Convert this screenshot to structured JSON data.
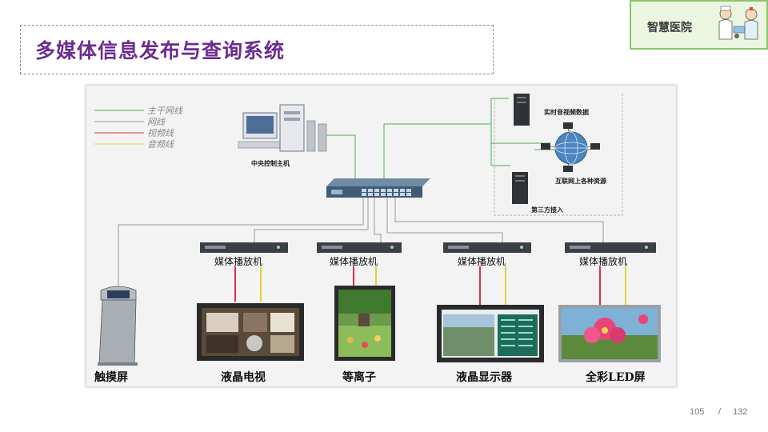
{
  "slide": {
    "title": "多媒体信息发布与查询系统",
    "logo_text": "智慧医院",
    "page_current": "105",
    "page_separator": "/",
    "page_total": "132"
  },
  "diagram": {
    "legend": [
      {
        "label": "主干网线",
        "color": "#4caf50"
      },
      {
        "label": "网线",
        "color": "#9a9a9a"
      },
      {
        "label": "视频线",
        "color": "#d9304a"
      },
      {
        "label": "音频线",
        "color": "#e3d23a"
      }
    ],
    "central_host_label": "中央控制主机",
    "realtime_label": "实时音视频数据",
    "internet_label": "互联网上各种资源",
    "third_party_label": "第三方接入",
    "players": [
      {
        "label": "媒体播放机"
      },
      {
        "label": "媒体播放机"
      },
      {
        "label": "媒体播放机"
      },
      {
        "label": "媒体播放机"
      }
    ],
    "devices": [
      {
        "label": "触摸屏"
      },
      {
        "label": "液晶电视"
      },
      {
        "label": "等离子"
      },
      {
        "label": "液晶显示器"
      },
      {
        "label": "全彩LED屏"
      }
    ]
  }
}
